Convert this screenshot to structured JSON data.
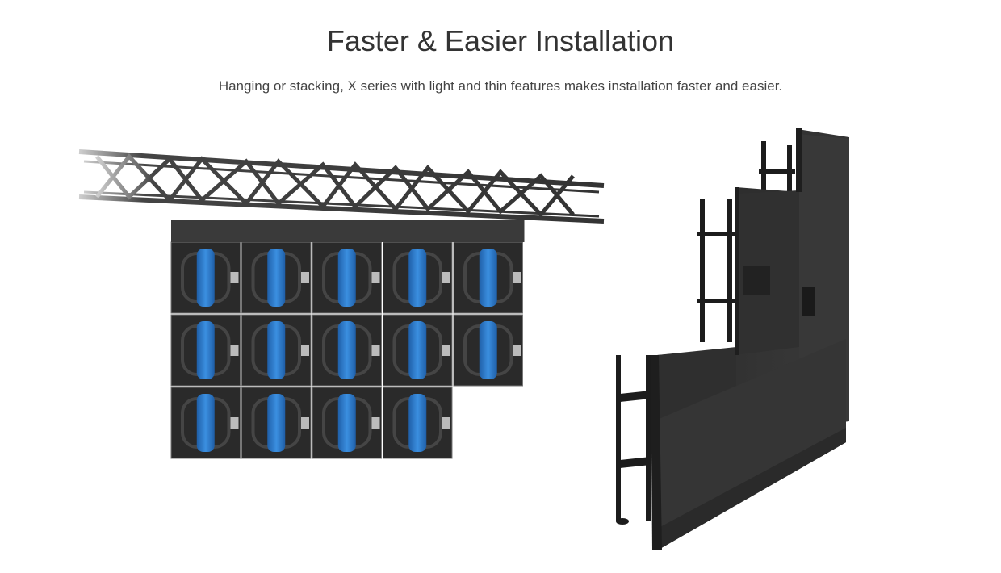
{
  "header": {
    "title": "Faster & Easier Installation",
    "subtitle": "Hanging or stacking, X series with light and thin features makes installation faster and easier."
  },
  "colors": {
    "accent": "#2e7fd0",
    "panel": "#2a2a2a",
    "text": "#333333"
  },
  "illustrations": {
    "hanging": {
      "grid_columns": 5,
      "grid_rows": 3
    }
  }
}
